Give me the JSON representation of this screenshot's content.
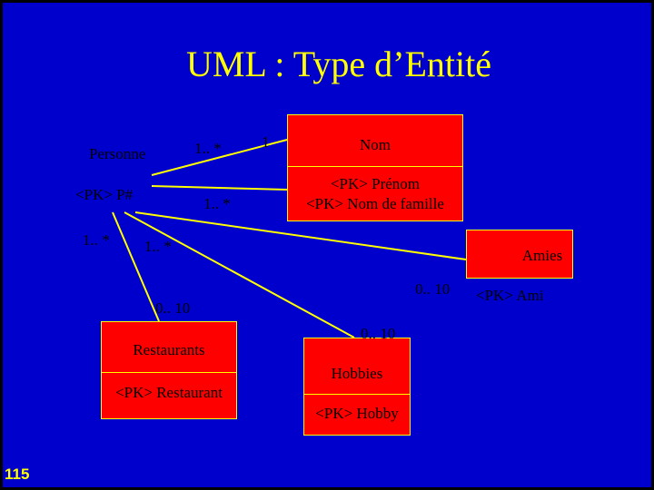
{
  "slide": {
    "title": "UML : Type d’Entité",
    "page_number": "115"
  },
  "entities": {
    "personne": {
      "name": "Personne",
      "key": "<PK> P#"
    },
    "nom": {
      "name": "Nom",
      "key1": "<PK> Prénom",
      "key2": "<PK> Nom de famille"
    },
    "amies": {
      "name": "Amies",
      "key": "<PK> Ami"
    },
    "restaurants": {
      "name": "Restaurants",
      "key": "<PK> Restaurant"
    },
    "hobbies": {
      "name": "Hobbies",
      "key": "<PK> Hobby"
    }
  },
  "cardinalities": {
    "personne_nom_upper": "1.. *",
    "nom_side": "1",
    "personne_nom_lower": "1.. *",
    "personne_left": "1.. *",
    "personne_amies": "1.. *",
    "amies_side": "0.. 10",
    "restaurants_side": "0.. 10",
    "hobbies_side": "0.. 10"
  },
  "colors": {
    "background": "#0000cc",
    "title": "#ffff00",
    "entity_fill": "#ff0000",
    "entity_border": "#ffff00",
    "link_line": "#ffff00"
  }
}
